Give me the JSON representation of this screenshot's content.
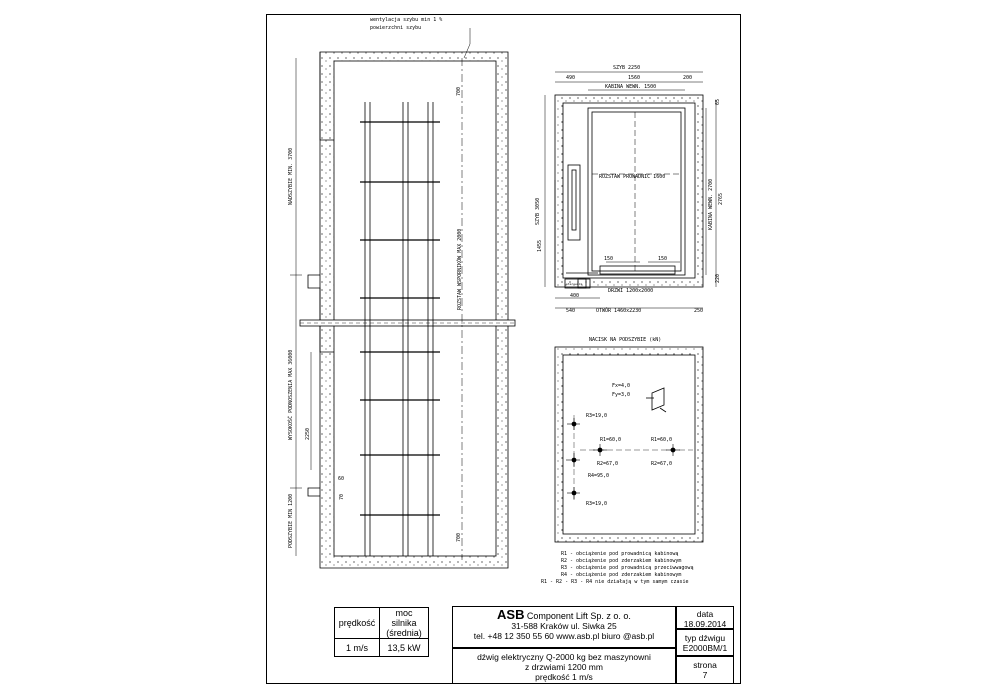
{
  "drawing": {
    "section_labels": {
      "ventilation": [
        "wentylacja szybu min 1 %",
        "powierzchni szybu"
      ],
      "overhead": "NADSZYBIE MIN. 3700",
      "travel": "WYSOKOŚĆ PODNOSZENIA MAX 36000",
      "pit": "PODSZYBIE MIN 1200",
      "guide_bracket": "ROZSTAW WSPORNIKÓW MAX 2000",
      "dim_700_top": "700",
      "dim_700_bottom": "700",
      "dim_2250": "2250",
      "dim_60": "60",
      "dim_70": "70"
    },
    "plan_labels": {
      "shaft_width": "SZYB 2250",
      "d490": "490",
      "d1560": "1560",
      "d200": "200",
      "cabin_width": "KABINA WEWN. 1500",
      "guide_span": "ROZSTAW PROWADNIC 1600",
      "shaft_depth": "SZYB 3050",
      "d1455": "1455",
      "cabin_depth": "KABINA WEWN. 2700",
      "d2765": "2765",
      "d65": "65",
      "d220": "220",
      "d150a": "150",
      "d150b": "150",
      "door": "DRZWI 1200x2000",
      "opening": "OTWÓR 1460x2230",
      "d400": "400",
      "d540": "540",
      "d250": "250",
      "small_label": "sterownik"
    },
    "pit_load": {
      "title": "NACISK NA PODSZYBIE (kN)",
      "fx": "Fx=4,0",
      "fy": "Fy=3,0",
      "r3_top": "R3=19,0",
      "r1_left": "R1=60,0",
      "r2_left": "R2=67,0",
      "r1_right": "R1=60,0",
      "r2_right": "R2=67,0",
      "r4": "R4=95,0",
      "r3_bottom": "R3=19,0"
    },
    "legend": [
      "R1  -  obciążenie pod prowadnicą kabinową",
      "R2  -  obciążenie pod zderzakiem kabinowym",
      "R3  -  obciążenie pod prowadnicą przeciwwagową",
      "R4  -  obciążenie pod zderzakiem kabinowym",
      "R1  -  R2  -  R3  -  R4 nie działają w tym samym czasie"
    ]
  },
  "speed_table": {
    "header_speed": "prędkość",
    "header_motor_1": "moc silnika",
    "header_motor_2": "(średnia)",
    "speed": "1 m/s",
    "motor": "13,5 kW"
  },
  "title_block": {
    "company_big": "ASB",
    "company_rest": "Component Lift Sp. z o. o.",
    "address": "31-588 Kraków ul. Siwka 25",
    "contact": "tel. +48 12 350 55 60 www.asb.pl biuro @asb.pl",
    "desc1": "dźwig elektryczny Q-2000 kg bez maszynowni",
    "desc2": "z drzwiami 1200 mm",
    "desc3": "prędkość 1 m/s",
    "date_label": "data",
    "date": "18.09.2014",
    "type_label": "typ dźwigu",
    "type": "E2000BM/1",
    "page_label": "strona",
    "page": "7"
  }
}
